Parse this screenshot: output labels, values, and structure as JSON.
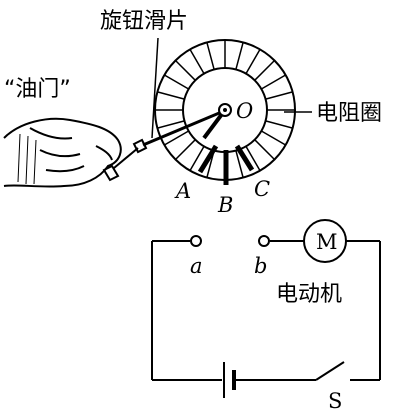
{
  "labels": {
    "knob_slider": "旋钮滑片",
    "throttle": "“油门”",
    "resistor_ring": "电阻圈",
    "motor_name": "电动机",
    "motor_symbol": "M",
    "center": "O",
    "terminal_a": "A",
    "terminal_b": "B",
    "terminal_c": "C",
    "contact_a": "a",
    "contact_b": "b",
    "switch": "S"
  }
}
